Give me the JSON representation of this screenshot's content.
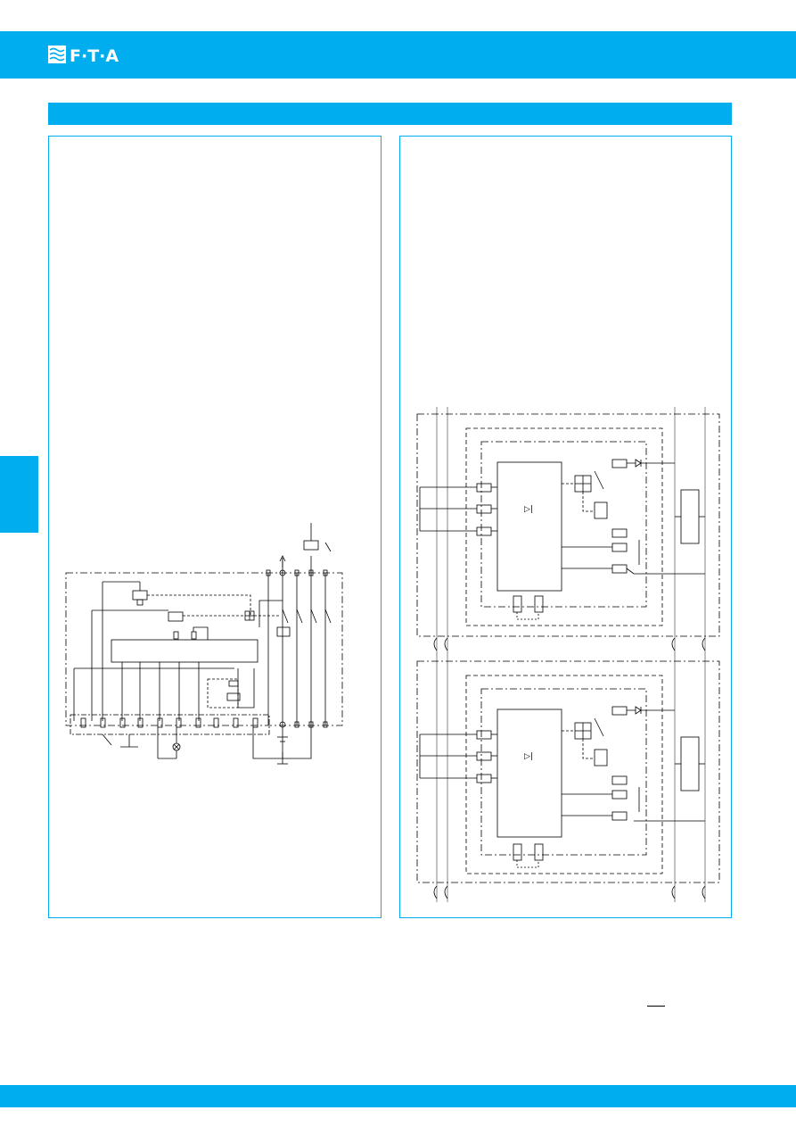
{
  "header": {
    "brand_color": "#00aeef",
    "logo_text": "F·T·A",
    "logo_icon": "fta-wave-logo-icon"
  },
  "section_title": "",
  "side_tab": {
    "label": ""
  },
  "left_panel": {
    "diagram": "relay-wiring-schematic"
  },
  "right_panel": {
    "diagram": "dual-safety-circuit-schematic"
  },
  "footer": {
    "color": "#00aeef"
  }
}
